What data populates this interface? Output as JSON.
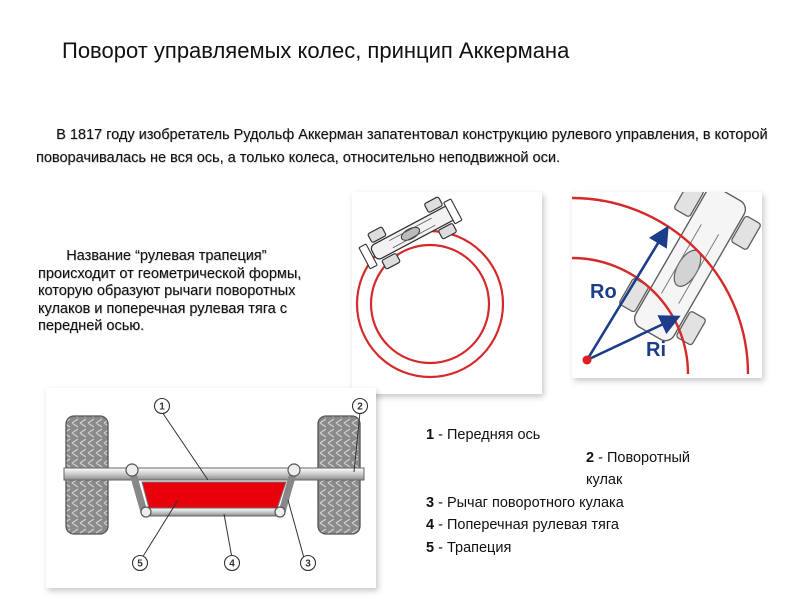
{
  "slide": {
    "title": "Поворот управляемых колес, принцип Аккермана",
    "intro": "В 1817 году изобретатель Рудольф Аккерман запатентовал конструкцию рулевого управления, в которой поворачивалась не вся ось, а только колеса, относительно неподвижной оси.",
    "trapezoid_text": "Название “рулевая трапеция” происходит от геометрической формы, которую образуют рычаги поворотных кулаков и поперечная рулевая тяга с передней осью."
  },
  "radius_diagram": {
    "outer_label": "Ro",
    "inner_label": "Ri"
  },
  "axle_diagram": {
    "callouts": [
      "1",
      "2",
      "3",
      "4",
      "5"
    ]
  },
  "legend": [
    {
      "num": "1",
      "text": " - Передняя ось"
    },
    {
      "num": "2",
      "text": " - Поворотный кулак"
    },
    {
      "num": "3",
      "text": " - Рычаг поворотного кулака"
    },
    {
      "num": "4",
      "text": " - Поперечная рулевая тяга"
    },
    {
      "num": "5",
      "text": " - Трапеция"
    }
  ],
  "colors": {
    "circle_red": "#d42a2a",
    "trapezoid_red": "#e8000a",
    "arrow_blue": "#1b3d8a",
    "point_red": "#e02020"
  }
}
